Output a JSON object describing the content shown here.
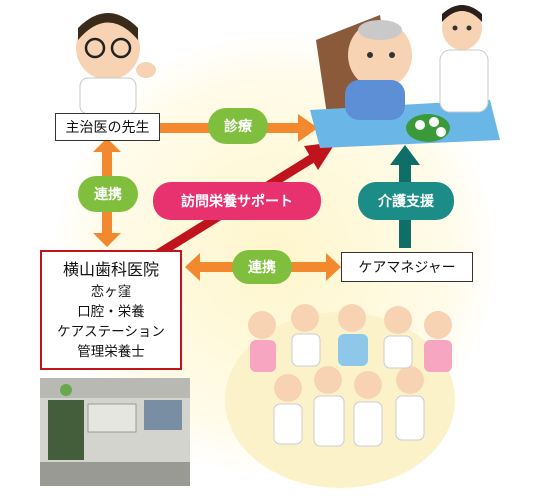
{
  "nodes": {
    "doctor_label": "主治医の先生",
    "clinic_name": "横山歯科医院",
    "clinic_lines": [
      "恋ヶ窪",
      "口腔・栄養",
      "ケアステーション",
      "管理栄養士"
    ],
    "care_manager_label": "ケアマネジャー"
  },
  "links": {
    "shinryo": "診療",
    "renkei_vertical": "連携",
    "houmon": "訪問栄養サポート",
    "kaigo": "介護支援",
    "renkei_horizontal": "連携"
  },
  "colors": {
    "orange": "#f2892f",
    "green": "#7fbf3d",
    "pink": "#e8316f",
    "teal": "#1b8c86",
    "dark_red": "#c0141c",
    "dark_teal": "#0f6e67"
  }
}
